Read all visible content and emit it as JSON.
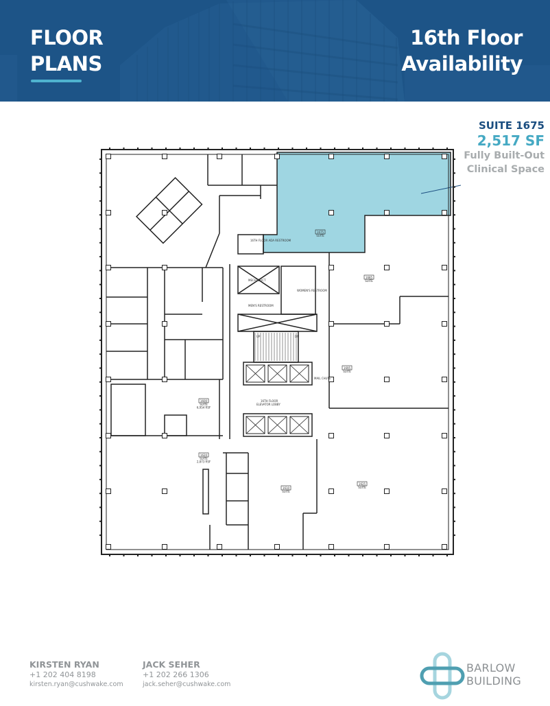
{
  "header": {
    "section_title_line1": "FLOOR",
    "section_title_line2": "PLANS",
    "page_title_line1": "16th Floor",
    "page_title_line2": "Availability",
    "background_color": "#1d5487",
    "underline_color": "#4fb3cf"
  },
  "callout": {
    "suite": "SUITE 1675",
    "area": "2,517 SF",
    "description_line1": "Fully Built-Out",
    "description_line2": "Clinical Space",
    "highlight_color": "#9fd6e2"
  },
  "floor_plan": {
    "suites": [
      {
        "number": "1675",
        "label": "SUITE",
        "highlighted": true
      },
      {
        "number": "1685",
        "label": "SUITE"
      },
      {
        "number": "1695",
        "label": "SUITE"
      },
      {
        "number": "1600",
        "label": "SUITE",
        "area": "6,954 RSF"
      },
      {
        "number": "1620",
        "label": "SUITE",
        "area": "2,873 RSF"
      },
      {
        "number": "1610",
        "label": "SUITE"
      },
      {
        "number": "1625",
        "label": "SUITE"
      }
    ],
    "rooms": {
      "ada_restroom": "16TH FLOOR ADA RESTROOM",
      "mens_restroom": "MEN'S RESTROOM",
      "womens_restroom": "WOMEN'S RESTROOM",
      "mech_duct": "MECH. DUCT",
      "elevator_lobby_line1": "16TH FLOOR",
      "elevator_lobby_line2": "ELEVATOR LOBBY",
      "mail_chute": "MAIL CHUTE",
      "stair_up": "UP",
      "stair_dn": "DN"
    }
  },
  "contacts": [
    {
      "name": "KIRSTEN RYAN",
      "phone": "+1 202 404 8198",
      "email": "kirsten.ryan@cushwake.com"
    },
    {
      "name": "JACK SEHER",
      "phone": "+1 202 266 1306",
      "email": "jack.seher@cushwake.com"
    }
  ],
  "logo": {
    "line1": "BARLOW",
    "line2": "BUILDING"
  }
}
